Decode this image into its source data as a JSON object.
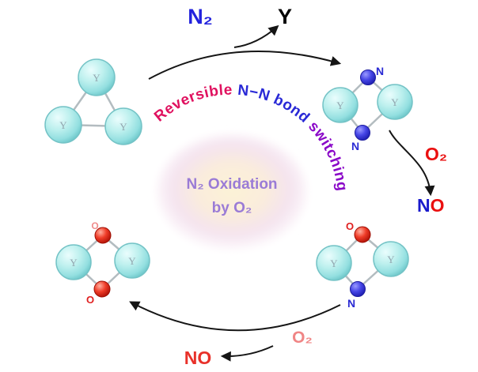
{
  "center": {
    "line1": "N₂ Oxidation",
    "line2": "by O₂"
  },
  "curve": {
    "reversible": "Reversible ",
    "nn_bond": "N−N bond ",
    "switching": "switching"
  },
  "top": {
    "n2": "N₂",
    "y": "Y"
  },
  "right": {
    "o2": "O₂",
    "no_n": "N",
    "no_o": "O"
  },
  "bottom": {
    "o2": "O₂",
    "no": "NO"
  },
  "atoms": {
    "y": "Y",
    "n": "N",
    "o": "O"
  },
  "colors": {
    "yttrium_sphere": "#a9e8e8",
    "nitrogen": "#2b2bd4",
    "oxygen": "#e02020",
    "curve_red": "#e0115f",
    "curve_blue": "#2929d6",
    "curve_purple": "#8a08c8",
    "center_text": "#9a7bd6",
    "center_glow": "#fcf3d6",
    "o2_soft": "#f08585",
    "arrow": "#151515"
  }
}
